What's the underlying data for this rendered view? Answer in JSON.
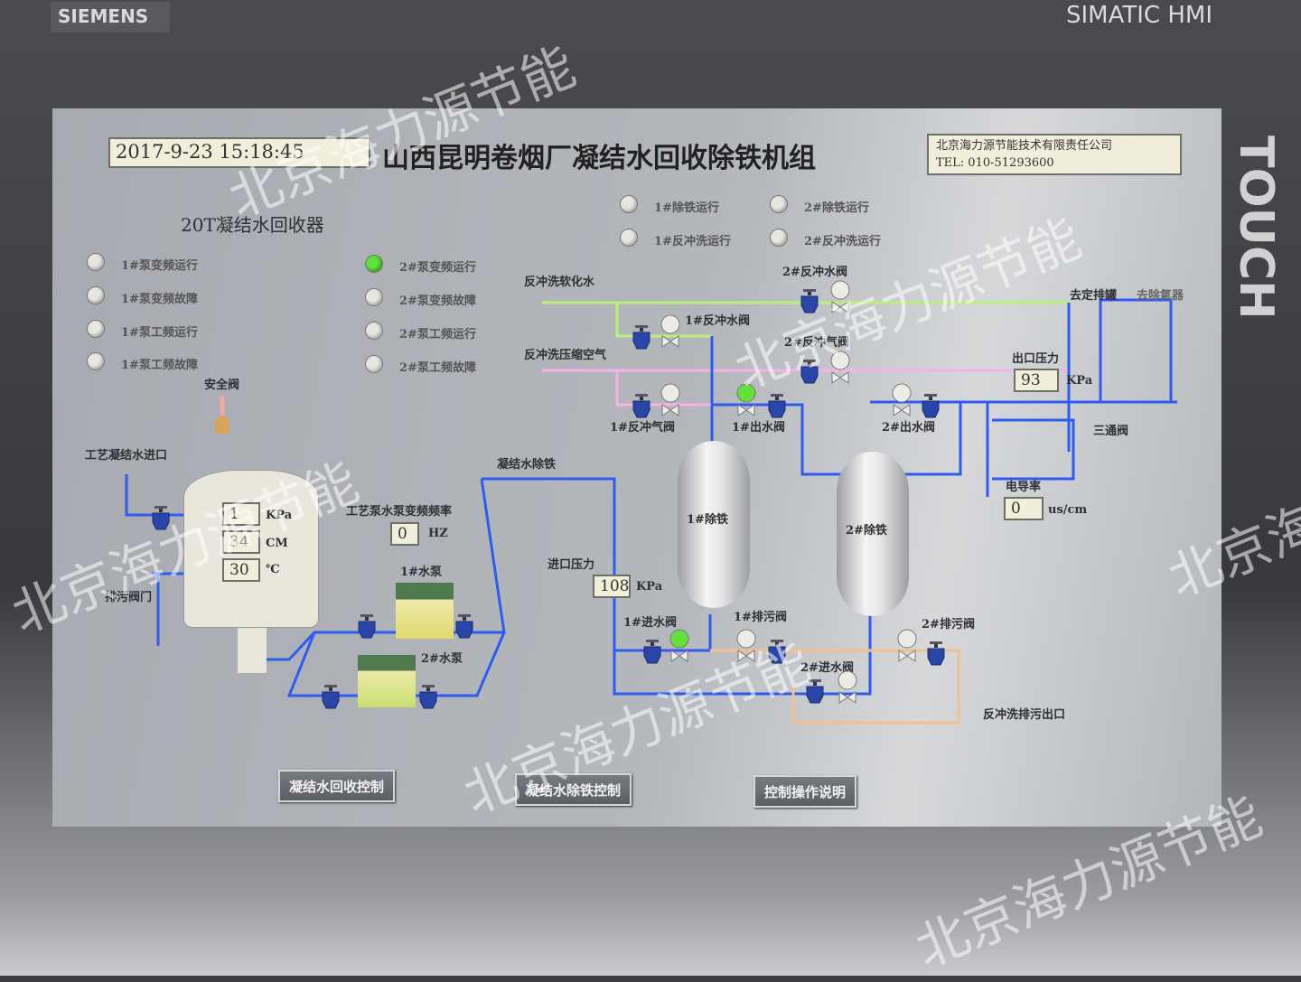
{
  "bezel": {
    "brand": "SIEMENS",
    "model": "SIMATIC HMI",
    "touch": "TOUCH"
  },
  "header": {
    "datetime": "2017-9-23 15:18:45",
    "title": "山西昆明卷烟厂凝结水回收除铁机组",
    "company": "北京海力源节能技术有限责任公司",
    "tel": "TEL: 010-51293600"
  },
  "recovery": {
    "title": "20T凝结水回收器",
    "lamps": [
      {
        "label": "1#泵变频运行",
        "on": false
      },
      {
        "label": "1#泵变频故障",
        "on": false
      },
      {
        "label": "1#泵工频运行",
        "on": false
      },
      {
        "label": "1#泵工频故障",
        "on": false
      },
      {
        "label": "2#泵变频运行",
        "on": true
      },
      {
        "label": "2#泵变频故障",
        "on": false
      },
      {
        "label": "2#泵工频运行",
        "on": false
      },
      {
        "label": "2#泵工频故障",
        "on": false
      }
    ],
    "safety_valve": "安全阀",
    "inlet": "工艺凝结水进口",
    "drain": "排污阀门",
    "tank_pressure": "1",
    "tank_pressure_unit": "KPa",
    "tank_level": "34",
    "tank_level_unit": "CM",
    "tank_temp": "30",
    "tank_temp_unit": "℃",
    "freq_label": "工艺泵水泵变频频率",
    "freq": "0",
    "freq_unit": "HZ",
    "pump1": "1#水泵",
    "pump2": "2#水泵"
  },
  "iron": {
    "lamps": [
      {
        "label": "1#除铁运行",
        "on": false
      },
      {
        "label": "2#除铁运行",
        "on": false
      },
      {
        "label": "1#反冲洗运行",
        "on": false
      },
      {
        "label": "2#反冲洗运行",
        "on": false
      }
    ],
    "soft_water": "反冲洗软化水",
    "air": "反冲洗压缩空气",
    "condensate": "凝结水除铁",
    "v_bw1": "1#反冲水阀",
    "v_bw2": "2#反冲水阀",
    "v_air1": "1#反冲气阀",
    "v_air2": "2#反冲气阀",
    "v_out1": "1#出水阀",
    "v_out2": "2#出水阀",
    "v_in1": "1#进水阀",
    "v_in2": "2#进水阀",
    "v_drain1": "1#排污阀",
    "v_drain2": "2#排污阀",
    "tank1": "1#除铁",
    "tank2": "2#除铁",
    "inlet_pressure_label": "进口压力",
    "inlet_pressure": "108",
    "kpa": "KPa",
    "outlet_pressure_label": "出口压力",
    "outlet_pressure": "93",
    "conductivity_label": "电导率",
    "conductivity": "0",
    "conductivity_unit": "us/cm",
    "three_way": "三通阀",
    "to_tank": "去定排罐",
    "to_deaerator": "去除氧器",
    "backwash_out": "反冲洗排污出口"
  },
  "buttons": {
    "recovery": "凝结水回收控制",
    "iron": "凝结水除铁控制",
    "help": "控制操作说明"
  },
  "watermark": "北京海力源节能"
}
